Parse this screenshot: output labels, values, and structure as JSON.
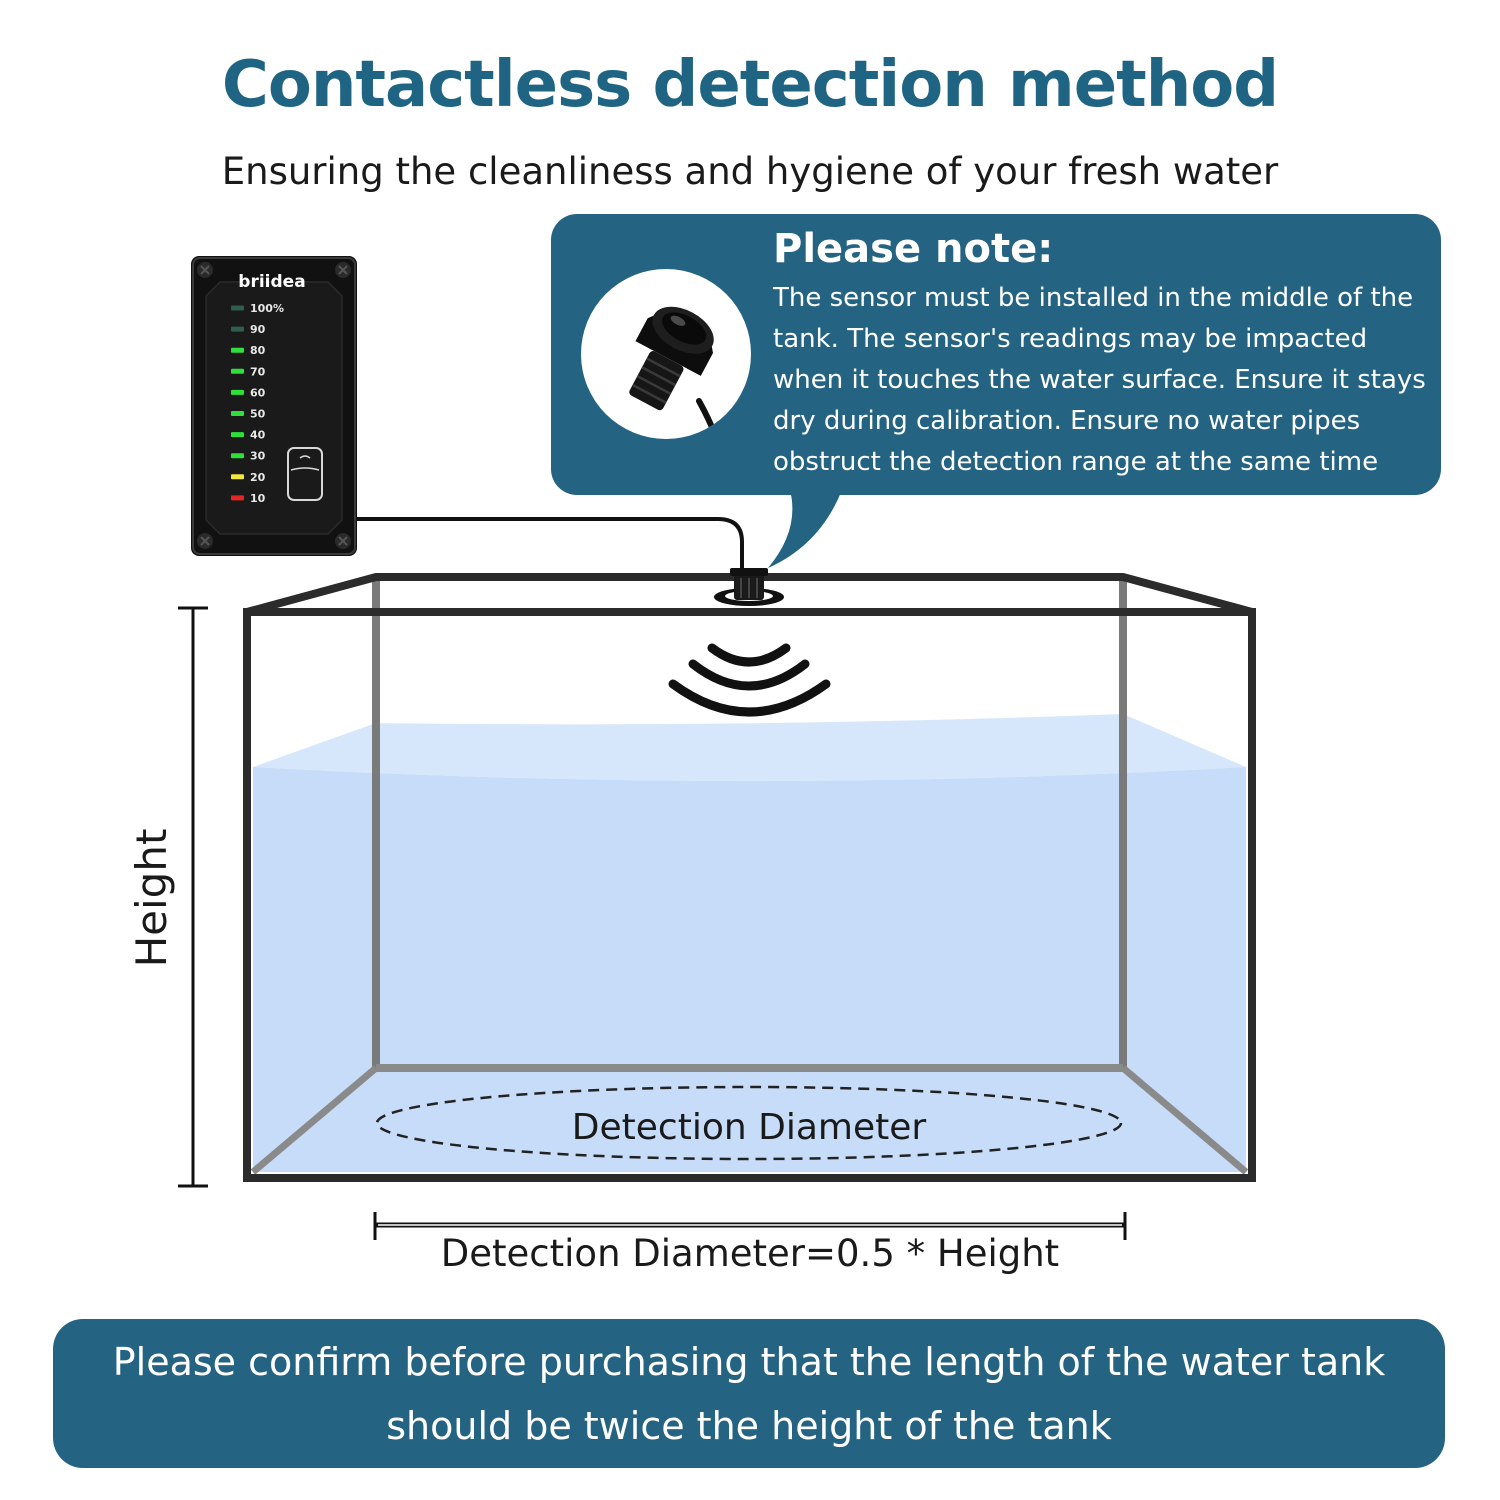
{
  "header": {
    "title": "Contactless detection method",
    "subtitle": "Ensuring the cleanliness and hygiene of your fresh water"
  },
  "note": {
    "title": "Please note:",
    "body": "The sensor must be installed in the middle of the tank. The sensor's readings may be impacted when it touches the water surface. Ensure it stays dry during calibration. Ensure no water pipes obstruct the detection range at the same time"
  },
  "display": {
    "brand": "briidea",
    "levels": [
      {
        "label": "100%",
        "color": "#2f5e4a"
      },
      {
        "label": "90",
        "color": "#2f5e4a"
      },
      {
        "label": "80",
        "color": "#2fe03a"
      },
      {
        "label": "70",
        "color": "#2fe03a"
      },
      {
        "label": "60",
        "color": "#2fe03a"
      },
      {
        "label": "50",
        "color": "#2fe03a"
      },
      {
        "label": "40",
        "color": "#2fe03a"
      },
      {
        "label": "30",
        "color": "#2fe03a"
      },
      {
        "label": "20",
        "color": "#f2e640"
      },
      {
        "label": "10",
        "color": "#e52424"
      }
    ]
  },
  "diagram": {
    "height_label": "Height",
    "detection_label": "Detection Diameter",
    "formula": "Detection Diameter=0.5 * Height"
  },
  "footer": {
    "text": "Please confirm before purchasing that the length of the water tank should be twice the height of the tank"
  },
  "colors": {
    "accent": "#246482",
    "title": "#1f6583",
    "water": "#c6dcf8",
    "water_surface": "#d7e7fb"
  }
}
